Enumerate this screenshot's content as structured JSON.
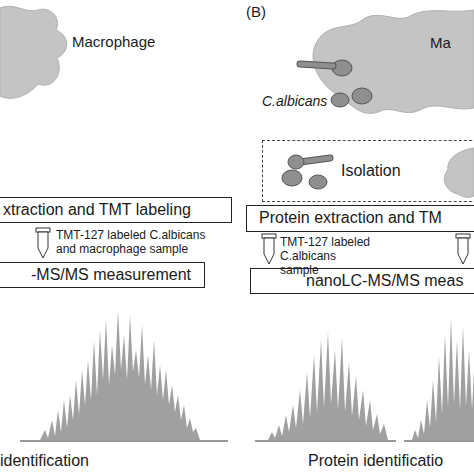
{
  "diagram": {
    "nodes": [
      {
        "text": [
          "xtraction and TMT labeling"
        ]
      },
      {
        "text": [
          "-MS/MS measurement"
        ]
      },
      {
        "text": [
          "Isolation"
        ]
      },
      {
        "text": [
          "Protein extraction and TM"
        ]
      },
      {
        "text": [
          "nanoLC-MS/MS meas"
        ]
      }
    ],
    "labels": [
      "Macrophage",
      "(B)",
      "Ma",
      "C.albicans",
      "TMT-127 labeled C.albicans and macrophage sample",
      "TMT-127 labeled C.albicans sample",
      "identification",
      "Protein identificatio"
    ]
  }
}
